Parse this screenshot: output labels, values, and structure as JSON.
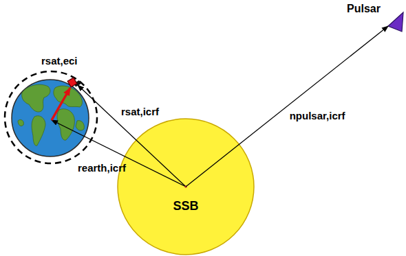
{
  "diagram": {
    "nodes": [
      {
        "text": [
          "SSB"
        ]
      },
      {
        "text": [
          "Pulsar"
        ]
      }
    ],
    "edges": [
      {
        "from": 0,
        "to": 1,
        "arrow": "to",
        "label": "npulsar,icrf"
      }
    ],
    "labels": [
      "rsat,eci",
      "rsat,icrf",
      "rearth,icrf"
    ]
  }
}
